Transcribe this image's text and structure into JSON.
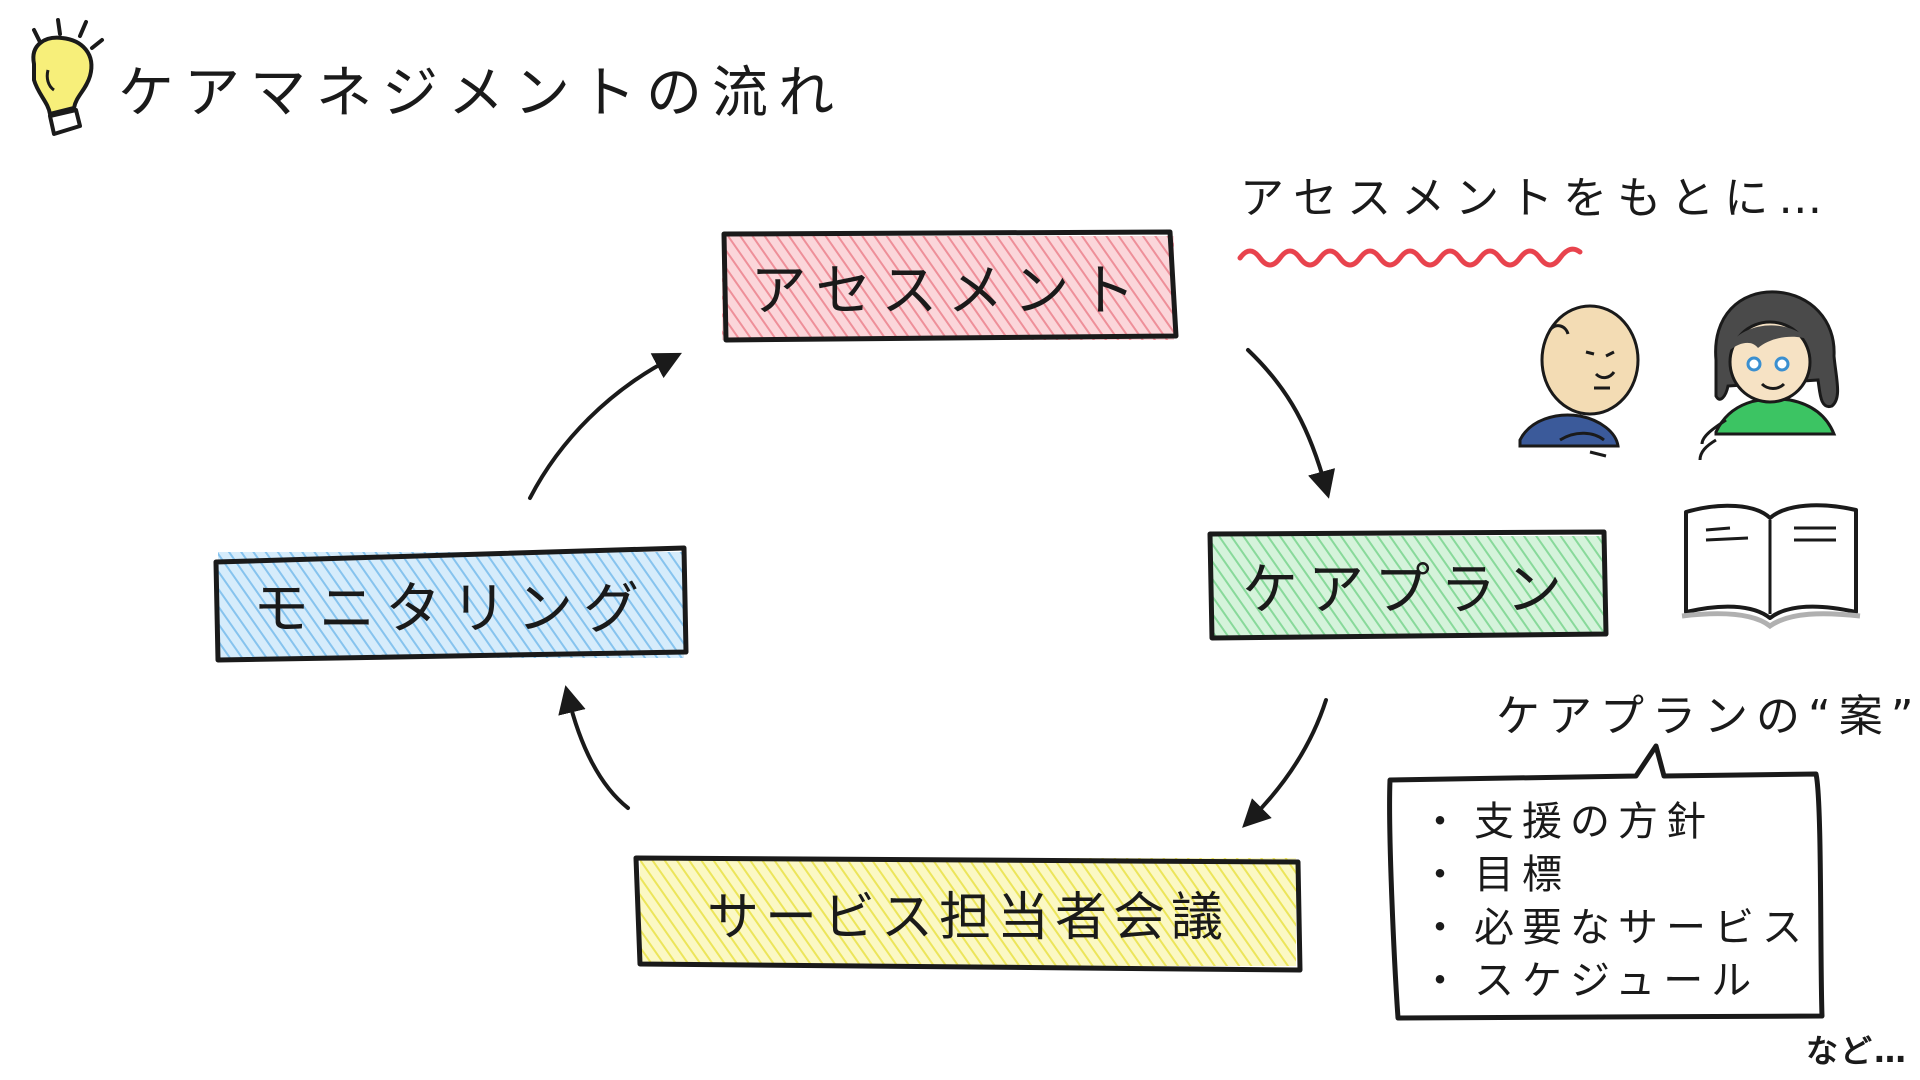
{
  "title": "ケアマネジメントの流れ",
  "cycle_steps": {
    "assessment": "アセスメント",
    "care_plan": "ケアプラン",
    "service_meeting": "サービス担当者会議",
    "monitoring": "モニタリング"
  },
  "annotation_top": "アセスメントをもとに…",
  "draft_label": "ケアプランの“案”",
  "draft_items": [
    "支援の方針",
    "目標",
    "必要なサービス",
    "スケジュール"
  ],
  "etc_label": "など…",
  "colors": {
    "assessment": "#f4a9b0",
    "care_plan": "#a8e6b4",
    "service_meeting": "#f6f08a",
    "monitoring": "#a9d6f5",
    "underline": "#e8434d",
    "bulb": "#f7ef7a",
    "ink": "#1a1a1a"
  },
  "icons": [
    "lightbulb-icon",
    "elderly-person-icon",
    "care-manager-icon",
    "open-book-icon",
    "speech-bubble-icon"
  ]
}
